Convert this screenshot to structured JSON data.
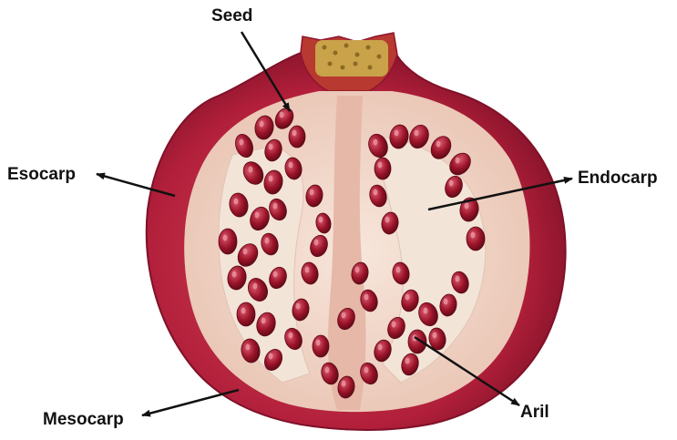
{
  "labels": {
    "seed": "Seed",
    "esocarp": "Esocarp",
    "endocarp": "Endocarp",
    "mesocarp": "Mesocarp",
    "aril": "Aril"
  },
  "colors": {
    "exocarp_outer": "#b21f3a",
    "exocarp_edge": "#8e1530",
    "mesocarp": "#f1d7c7",
    "endocarp_membrane": "#f3e4d8",
    "aril": "#8b0f25",
    "aril_highlight": "#d8566b",
    "seed_white": "#f6f0ea",
    "crown": "#b7392f",
    "stamens": "#c9a24a",
    "arrow": "#111111"
  },
  "icons": {
    "fruit": "pomegranate-cross-section-illustration"
  }
}
